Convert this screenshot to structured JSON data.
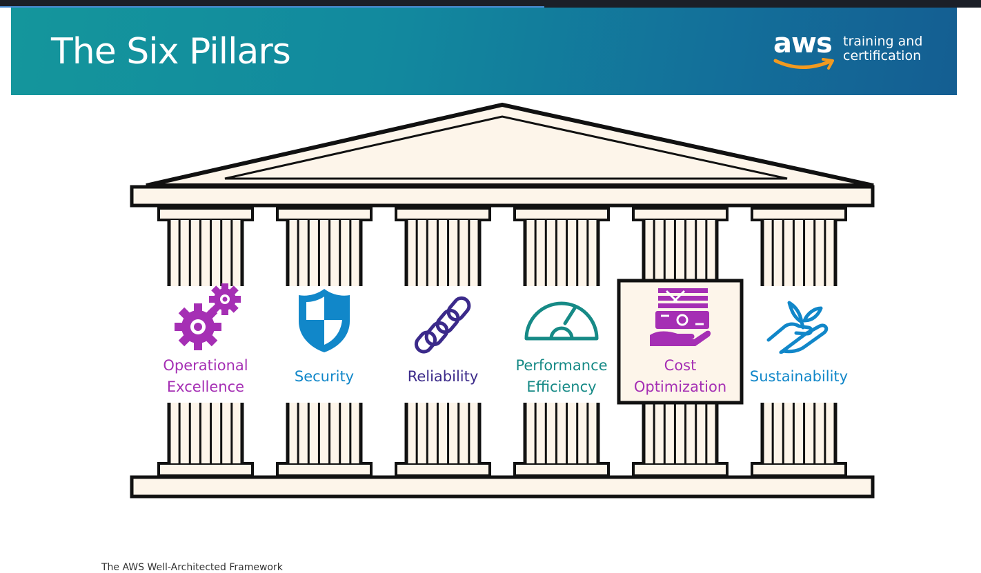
{
  "presentation": {
    "title": "The Six Pillars",
    "logo_word": "aws",
    "logo_tagline": [
      "training and",
      "certification"
    ],
    "footer": "The AWS Well-Architected Framework",
    "playback_progress": 0.555
  },
  "pillars": [
    {
      "lines": [
        "Operational",
        "Excellence"
      ],
      "icon": "gears-icon",
      "color": "#a52fb4"
    },
    {
      "lines": [
        "Security"
      ],
      "icon": "shield-icon",
      "color": "#1187c9"
    },
    {
      "lines": [
        "Reliability"
      ],
      "icon": "chain-icon",
      "color": "#3b2a8a"
    },
    {
      "lines": [
        "Performance",
        "Efficiency"
      ],
      "icon": "gauge-icon",
      "color": "#168a86"
    },
    {
      "lines": [
        "Cost",
        "Optimization"
      ],
      "icon": "money-hand-icon",
      "color": "#a52fb4",
      "highlighted": true
    },
    {
      "lines": [
        "Sustainability"
      ],
      "icon": "plant-hand-icon",
      "color": "#1187c9"
    }
  ],
  "colors": {
    "banner": "#12899e",
    "column_fill": "#fdf5ea",
    "outline": "#111111"
  }
}
